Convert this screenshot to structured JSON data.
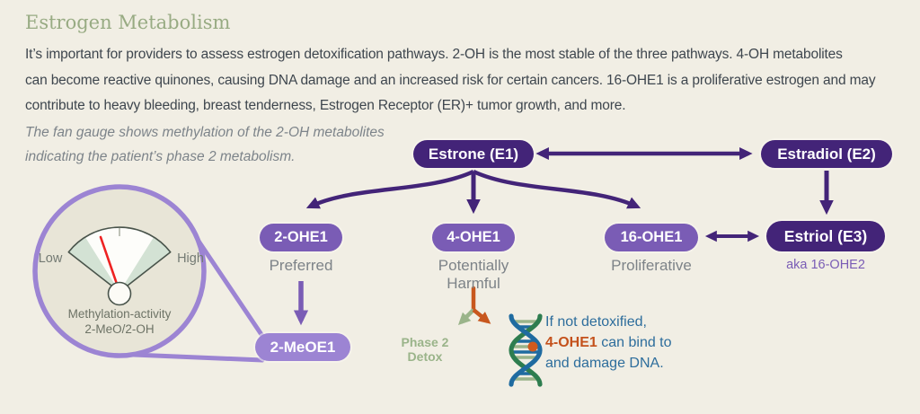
{
  "header": {
    "title": "Estrogen Metabolism",
    "paragraph_lines": [
      "It’s important for providers to assess estrogen detoxification pathways. 2-OH is the most stable of the three pathways. 4-OH metabolites",
      "can become reactive quinones, causing DNA damage and an increased risk for certain cancers. 16-OHE1 is a proliferative estrogen and may",
      "contribute to heavy bleeding, breast tenderness, Estrogen Receptor (ER)+ tumor growth, and more."
    ]
  },
  "note": {
    "line1": "The fan gauge shows methylation of the 2-OH metabolites",
    "line2": "indicating the patient’s phase 2 metabolism."
  },
  "nodes": {
    "estrone": "Estrone (E1)",
    "estradiol": "Estradiol (E2)",
    "ohe2": "2-OHE1",
    "ohe4": "4-OHE1",
    "ohe16": "16-OHE1",
    "estriol": "Estriol (E3)",
    "estriol_aka": "aka 16-OHE2",
    "meoe2": "2-MeOE1"
  },
  "labels": {
    "preferred": "Preferred",
    "potentially_harmful": "Potentially Harmful",
    "proliferative": "Proliferative",
    "phase2_detox": "Phase 2 Detox"
  },
  "gauge": {
    "low": "Low",
    "high": "High",
    "caption_line1": "Methylation-activity",
    "caption_line2": "2-MeO/2-OH"
  },
  "dna_note": {
    "line1": "If not detoxified,",
    "highlight": "4-OHE1",
    "line2_rest": " can bind to",
    "line3": "and damage DNA."
  },
  "colors": {
    "background": "#f1eee4",
    "title_green": "#98ab83",
    "dark_purple": "#432478",
    "mid_purple": "#7a5cb5",
    "light_purple": "#9c84d3",
    "detox_green": "#9ab48a",
    "orange": "#c8571e",
    "text_blue": "#2d6d9c",
    "needle_red": "#ee2222"
  }
}
